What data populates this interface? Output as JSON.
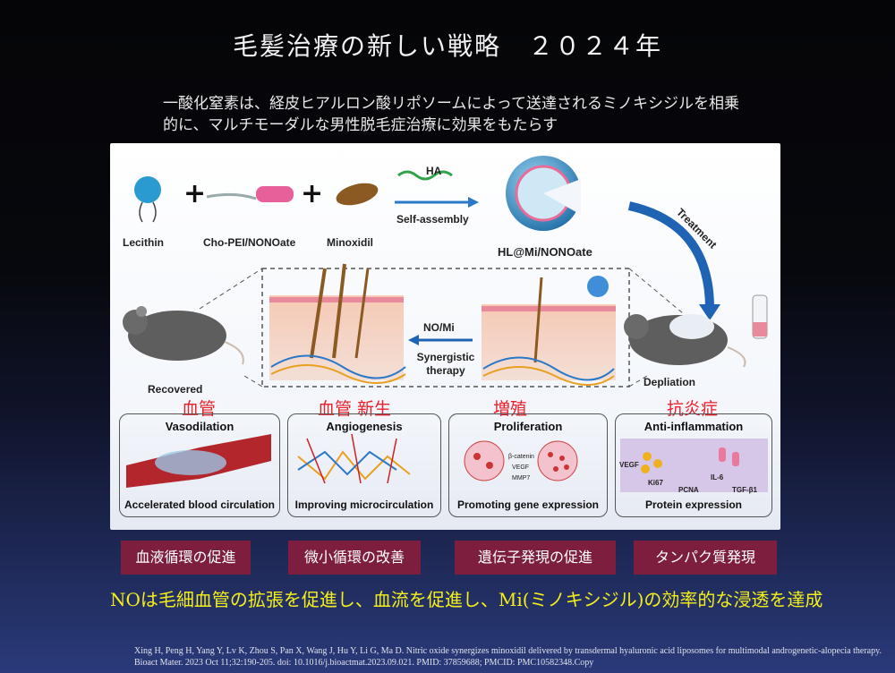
{
  "title": "毛髪治療の新しい戦略　２０２４年",
  "subtitle": "一酸化窒素は、経皮ヒアルロン酸リポソームによって送達されるミノキシジルを相乗的に、マルチモーダルな男性脱毛症治療に効果をもたらす",
  "figure": {
    "components": [
      "Lecithin",
      "Cho-PEI/NONOate",
      "Minoxidil"
    ],
    "plus": "+",
    "ha_label": "HA",
    "self_assembly": "Self-assembly",
    "product": "HL@Mi/NONOate",
    "treatment": "Treatment",
    "recovered": "Recovered",
    "depilation": "Depliation",
    "no_mi": "NO/Mi",
    "synergistic": "Synergistic therapy",
    "red_labels": [
      "血管",
      "血管 新生",
      "増殖",
      "抗炎症"
    ],
    "boxes": [
      {
        "title": "Vasodilation",
        "foot": "Accelerated blood circulation"
      },
      {
        "title": "Angiogenesis",
        "foot": "Improving microcirculation"
      },
      {
        "title": "Proliferation",
        "foot": "Promoting gene expression",
        "markers": [
          "β-catenin",
          "VEGF",
          "MMP7"
        ]
      },
      {
        "title": "Anti-inflammation",
        "foot": "Protein expression",
        "markers": [
          "VEGF",
          "Ki67",
          "PCNA",
          "IL-6",
          "TGF-β1"
        ]
      }
    ]
  },
  "tags": [
    "血液循環の促進",
    "微小循環の改善",
    "遺伝子発現の促進",
    "タンパク質発現"
  ],
  "conclusion": "NOは毛細血管の拡張を促進し、血流を促進し、Mi(ミノキシジル)の効率的な浸透を達成",
  "citation": "Xing H, Peng H, Yang Y, Lv K, Zhou S, Pan X, Wang J, Hu Y, Li G, Ma D. Nitric oxide synergizes minoxidil delivered by transdermal hyaluronic acid liposomes for multimodal androgenetic-alopecia therapy. Bioact Mater. 2023 Oct 11;32:190-205. doi: 10.1016/j.bioactmat.2023.09.021. PMID: 37859688; PMCID: PMC10582348.Copy",
  "colors": {
    "accent_red": "#e8202a",
    "tag_bg": "#7d1e3f",
    "conclusion_yellow": "#f4ef1a"
  }
}
